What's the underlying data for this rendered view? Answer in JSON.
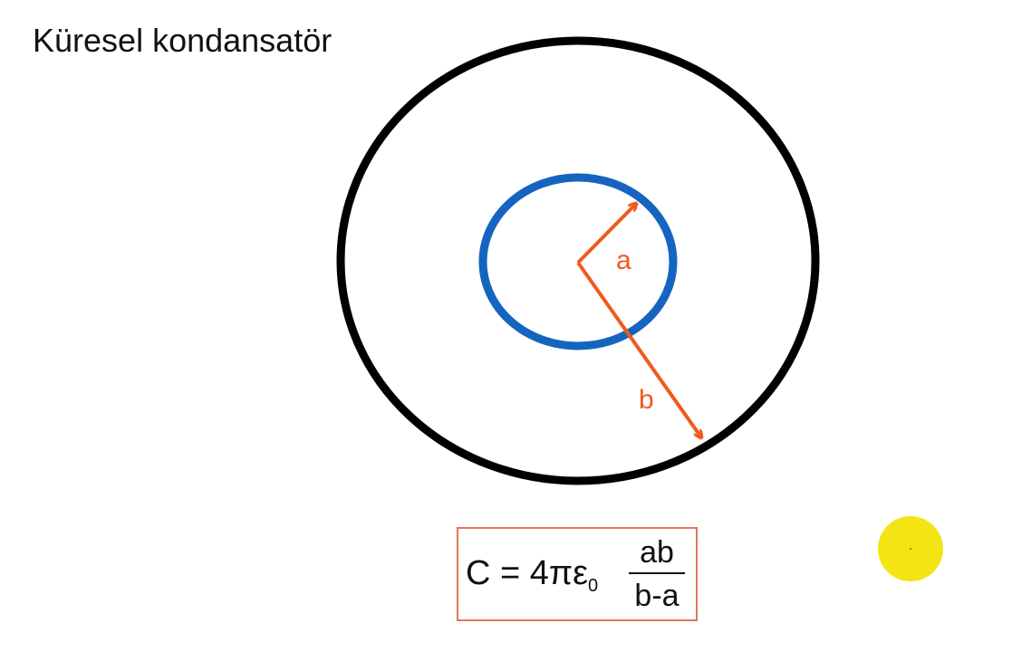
{
  "title": "Küresel kondansatör",
  "labels": {
    "inner_radius": "a",
    "outer_radius": "b"
  },
  "formula": {
    "lhs": "C = 4πε",
    "subscript": "0",
    "numerator": "ab",
    "denominator": "b-a"
  },
  "colors": {
    "outer_sphere": "#000000",
    "inner_sphere": "#1565c0",
    "radius_arrows": "#ef5a1f",
    "formula_border": "#e07858",
    "pointer": "#f2e200"
  }
}
